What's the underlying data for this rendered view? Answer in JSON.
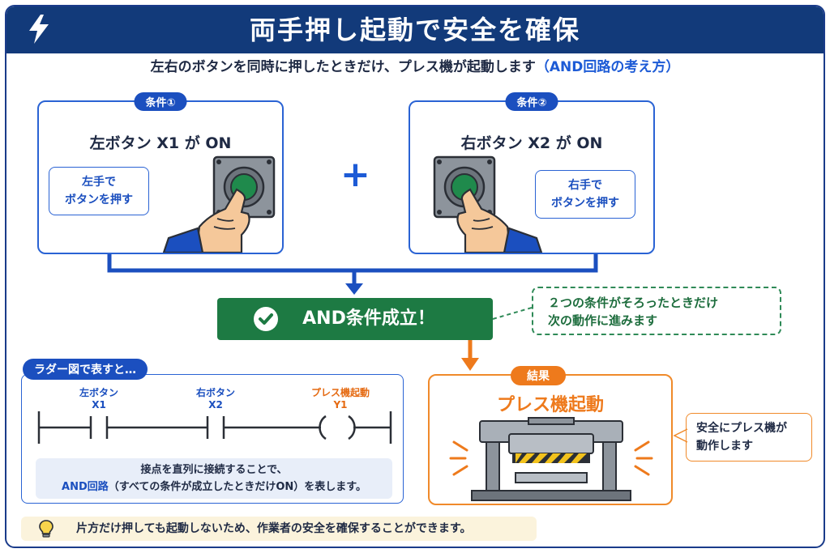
{
  "title": "両手押し起動で安全を確保",
  "subtitle": {
    "main": "左右のボタンを同時に押したときだけ、プレス機が起動します",
    "accent": "（AND回路の考え方）"
  },
  "condition_left": {
    "pill": "条件①",
    "title": "左ボタン X1 が ON",
    "bubble_line1": "左手で",
    "bubble_line2": "ボタンを押す"
  },
  "condition_right": {
    "pill": "条件②",
    "title": "右ボタン X2 が ON",
    "bubble_line1": "右手で",
    "bubble_line2": "ボタンを押す"
  },
  "plus": "+",
  "and_result": "AND条件成立！",
  "and_note": {
    "line1": "２つの条件がそろったときだけ",
    "line2": "次の動作に進みます"
  },
  "ladder": {
    "pill": "ラダー図で表すと…",
    "contact1": {
      "name": "左ボタン",
      "addr": "X1"
    },
    "contact2": {
      "name": "右ボタン",
      "addr": "X2"
    },
    "coil": {
      "name": "プレス機起動",
      "addr": "Y1"
    },
    "note_line1": "接点を直列に接続することで、",
    "note_line2_accent": "AND回路",
    "note_line2_rest": "（すべての条件が成立したときだけON）を表します。"
  },
  "result": {
    "pill": "結果",
    "title": "プレス機起動",
    "note_line1": "安全にプレス機が",
    "note_line2": "動作します"
  },
  "tip": "片方だけ押しても起動しないため、作業者の安全を確保することができます。",
  "colors": {
    "navy": "#123a7a",
    "blue": "#1d5bd6",
    "green": "#1d7a43",
    "orange": "#ee7a1c"
  },
  "icons": [
    "lightning-icon",
    "check-circle-icon",
    "lightbulb-icon",
    "push-button-icon",
    "press-machine-icon"
  ]
}
